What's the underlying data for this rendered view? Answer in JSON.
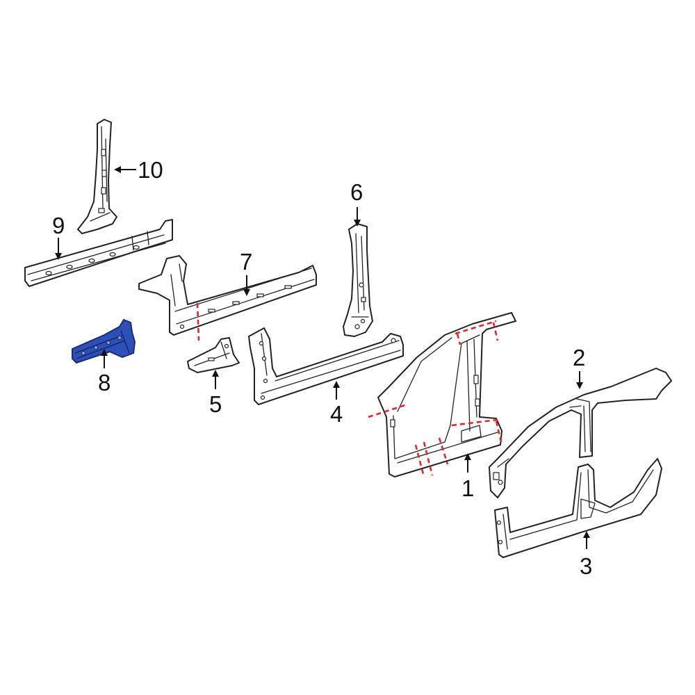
{
  "callouts": {
    "p1": "1",
    "p2": "2",
    "p3": "3",
    "p4": "4",
    "p5": "5",
    "p6": "6",
    "p7": "7",
    "p8": "8",
    "p9": "9",
    "p10": "10"
  },
  "highlighted_part": "8",
  "colors": {
    "highlight": "#2d4fb8",
    "cut_line": "#e0262b",
    "outline": "#222222"
  }
}
